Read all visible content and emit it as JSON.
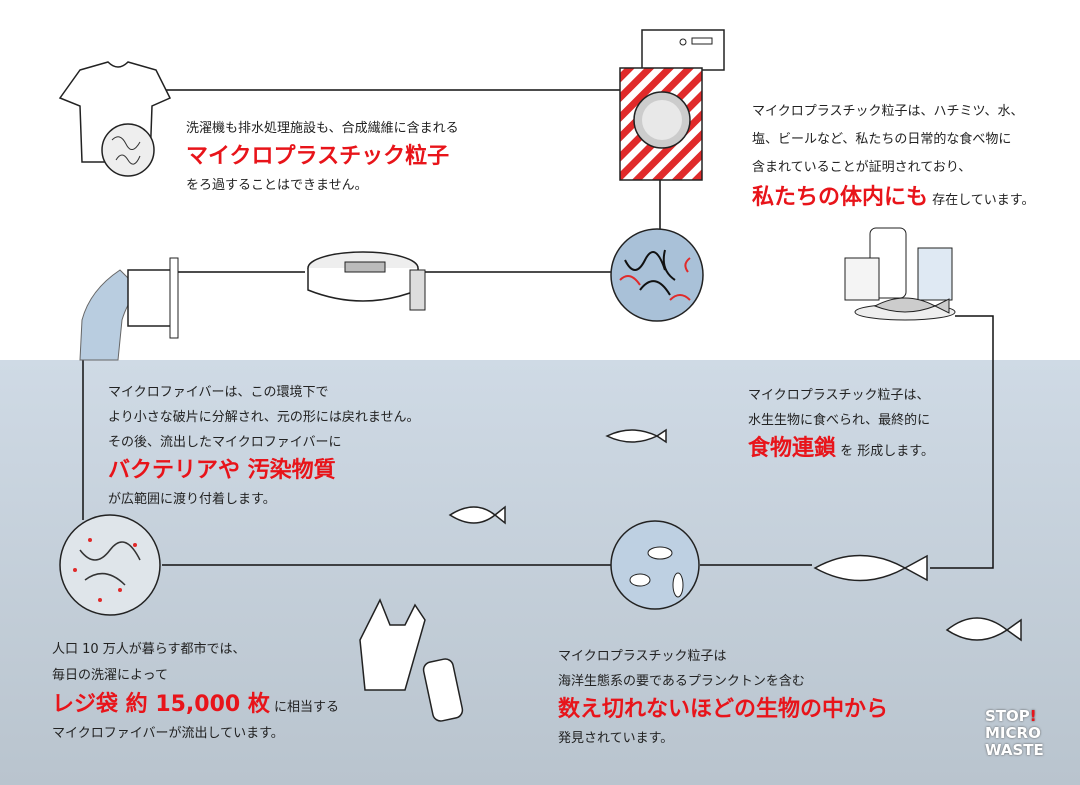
{
  "colors": {
    "accent": "#e8141a",
    "water": "#c4cfda",
    "line": "#111111"
  },
  "step1": {
    "line1": "洗濯機も排水処理施設も、合成繊維に含まれる",
    "highlight": "マイクロプラスチック粒子",
    "line3": "をろ過することはできません。"
  },
  "step2": {
    "line1": "マイクロプラスチック粒子は、ハチミツ、水、",
    "line2": "塩、ビールなど、私たちの日常的な食べ物に",
    "line3": "含まれていることが証明されており、",
    "highlight": "私たちの体内にも",
    "tail": "存在しています。"
  },
  "step3": {
    "line1": "マイクロファイバーは、この環境下で",
    "line2": "より小さな破片に分解され、元の形には戻れません。",
    "line3": "その後、流出したマイクロファイバーに",
    "highlight": "バクテリアや 汚染物質",
    "line5": "が広範囲に渡り付着します。"
  },
  "step4": {
    "line1": "マイクロプラスチック粒子は、",
    "line2": "水生生物に食べられ、最終的に",
    "highlight": "食物連鎖",
    "tail": "を 形成します。"
  },
  "step5": {
    "line1": "人口 10 万人が暮らす都市では、",
    "line2": "毎日の洗濯によって",
    "highlight": "レジ袋 約 15,000 枚",
    "tail": "に相当する",
    "line4": "マイクロファイバーが流出しています。"
  },
  "step6": {
    "line1": "マイクロプラスチック粒子は",
    "line2": "海洋生態系の要であるプランクトンを含む",
    "highlight": "数え切れないほどの生物の中から",
    "line4": "発見されています。"
  },
  "logo": {
    "line1": "STOP",
    "bang": "!",
    "line2": "MICRO",
    "line3": "WASTE"
  }
}
